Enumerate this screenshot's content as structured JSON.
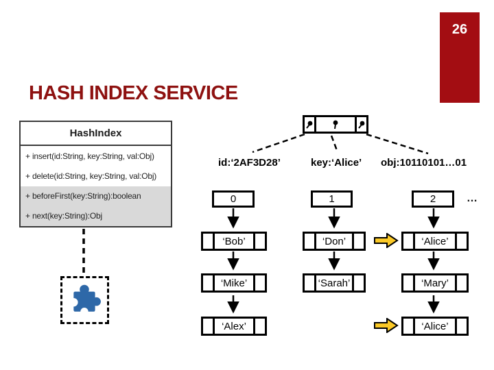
{
  "slide": {
    "page_number": "26",
    "title": "HASH INDEX SERVICE",
    "colors": {
      "accent_red": "#A30D12",
      "title_red": "#8E1110",
      "highlight_gray": "#D9D9D9",
      "puzzle_blue": "#2E68A8",
      "arrow_yellow": "#FBC926"
    }
  },
  "class_box": {
    "title": "HashIndex",
    "methods": [
      {
        "label": "+ insert(id:String, key:String, val:Obj)",
        "highlighted": false
      },
      {
        "label": "+ delete(id:String, key:String, val:Obj)",
        "highlighted": false
      },
      {
        "label": "+ beforeFirst(key:String):boolean",
        "highlighted": true
      },
      {
        "label": "+ next(key:String):Obj",
        "highlighted": true
      }
    ]
  },
  "record_fields": {
    "id": "id:‘2AF3D28’",
    "key": "key:‘Alice’",
    "obj": "obj:10110101…01"
  },
  "buckets": [
    {
      "index": "0",
      "entries": [
        "‘Bob’",
        "‘Mike’",
        "‘Alex’"
      ]
    },
    {
      "index": "1",
      "entries": [
        "‘Don’",
        "‘Sarah’"
      ]
    },
    {
      "index": "2",
      "entries": [
        "‘Alice’",
        "‘Mary’",
        "‘Alice’"
      ]
    }
  ],
  "buckets_ellipsis": "…"
}
